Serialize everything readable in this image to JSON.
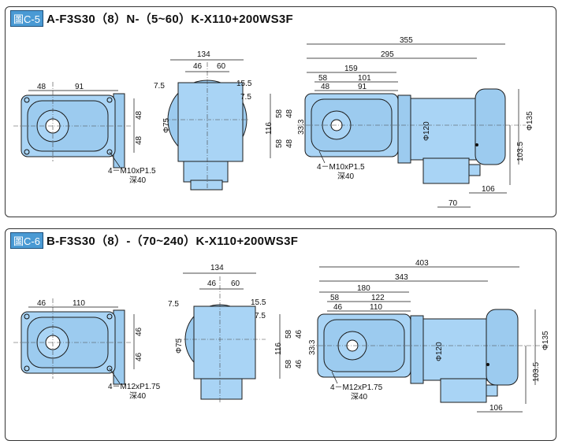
{
  "panels": [
    {
      "fig_label": "圖C-5",
      "model": "A-F3S30（8）N-（5~60）K-X110+200WS3F",
      "front": {
        "d_top_left": "48",
        "d_top_right": "91",
        "d_side_a": "48",
        "d_side_b": "48",
        "bolt_note": "4－M10xP1.5",
        "depth_note": "深40"
      },
      "side": {
        "d_width": "134",
        "d_a": "46",
        "d_b": "60",
        "d_left": "7.5",
        "d_right_a": "15.5",
        "d_right_b": "7.5",
        "d_dia": "Φ75"
      },
      "full": {
        "d_355": "355",
        "d_295": "295",
        "d_159": "159",
        "d_58": "58",
        "d_101": "101",
        "d_48": "48",
        "d_91": "91",
        "d_116": "116",
        "d_58a": "58",
        "d_58b": "58",
        "d_48a": "48",
        "d_48b": "48",
        "d_333": "33.3",
        "d_phi120": "Φ120",
        "d_phi135": "Φ135",
        "d_1035": "103.5",
        "d_106": "106",
        "d_70": "70",
        "bolt_note": "4－M10xP1.5",
        "depth_note": "深40"
      }
    },
    {
      "fig_label": "圖C-6",
      "model": "B-F3S30（8）-（70~240）K-X110+200WS3F",
      "front": {
        "d_top_left": "46",
        "d_top_right": "110",
        "d_side_a": "46",
        "d_side_b": "46",
        "bolt_note": "4－M12xP1.75",
        "depth_note": "深40"
      },
      "side": {
        "d_width": "134",
        "d_a": "46",
        "d_b": "60",
        "d_left": "7.5",
        "d_right_a": "15.5",
        "d_right_b": "7.5",
        "d_dia": "Φ75"
      },
      "full": {
        "d_403": "403",
        "d_343": "343",
        "d_180": "180",
        "d_58": "58",
        "d_122": "122",
        "d_46": "46",
        "d_110": "110",
        "d_116": "116",
        "d_58a": "58",
        "d_58b": "58",
        "d_46a": "46",
        "d_46b": "46",
        "d_333": "33.3",
        "d_phi120": "Φ120",
        "d_phi135": "Φ135",
        "d_1035": "103.5",
        "d_106": "106",
        "bolt_note": "4－M12xP1.75",
        "depth_note": "深40"
      }
    }
  ],
  "colors": {
    "body": "#a9d4f5",
    "label_bg": "#4a9ad4"
  }
}
